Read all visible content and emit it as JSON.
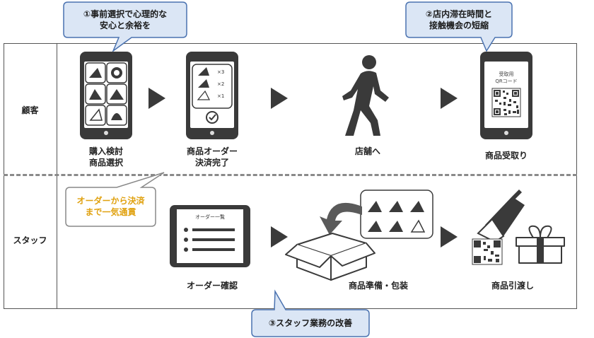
{
  "rows": {
    "customer": "顧客",
    "staff": "スタッフ"
  },
  "callouts": {
    "c1_line1": "①事前選択で心理的な",
    "c1_line2": "安心と余裕を",
    "c2_line1": "②店内滞在時間と",
    "c2_line2": "接触機会の短縮",
    "c3": "③スタッフ業務の改善",
    "c4_line1": "オーダーから決済",
    "c4_line2": "まで一気通貫"
  },
  "captions": {
    "s1_line1": "購入検討",
    "s1_line2": "商品選択",
    "s2_line1": "商品オーダー",
    "s2_line2": "決済完了",
    "s3": "店舗へ",
    "s4": "商品受取り",
    "t1": "オーダー確認",
    "t2": "商品準備・包装",
    "t3": "商品引渡し"
  },
  "phone_receipt": {
    "line1": "受取用",
    "line2": "QRコード"
  },
  "tablet": {
    "title": "オーダー一覧"
  },
  "order_qty": [
    "×3",
    "×2",
    "×1"
  ],
  "colors": {
    "callout_fill": "#dbe6f5",
    "callout_border": "#4a72b0",
    "icon_dark": "#3a3a3a",
    "highlight_text": "#e0a10f"
  },
  "icons": [
    "smartphone-icon",
    "walking-person-icon",
    "qr-code-icon",
    "tablet-icon",
    "box-icon",
    "gift-icon",
    "scanner-icon",
    "arrow-right-icon"
  ]
}
